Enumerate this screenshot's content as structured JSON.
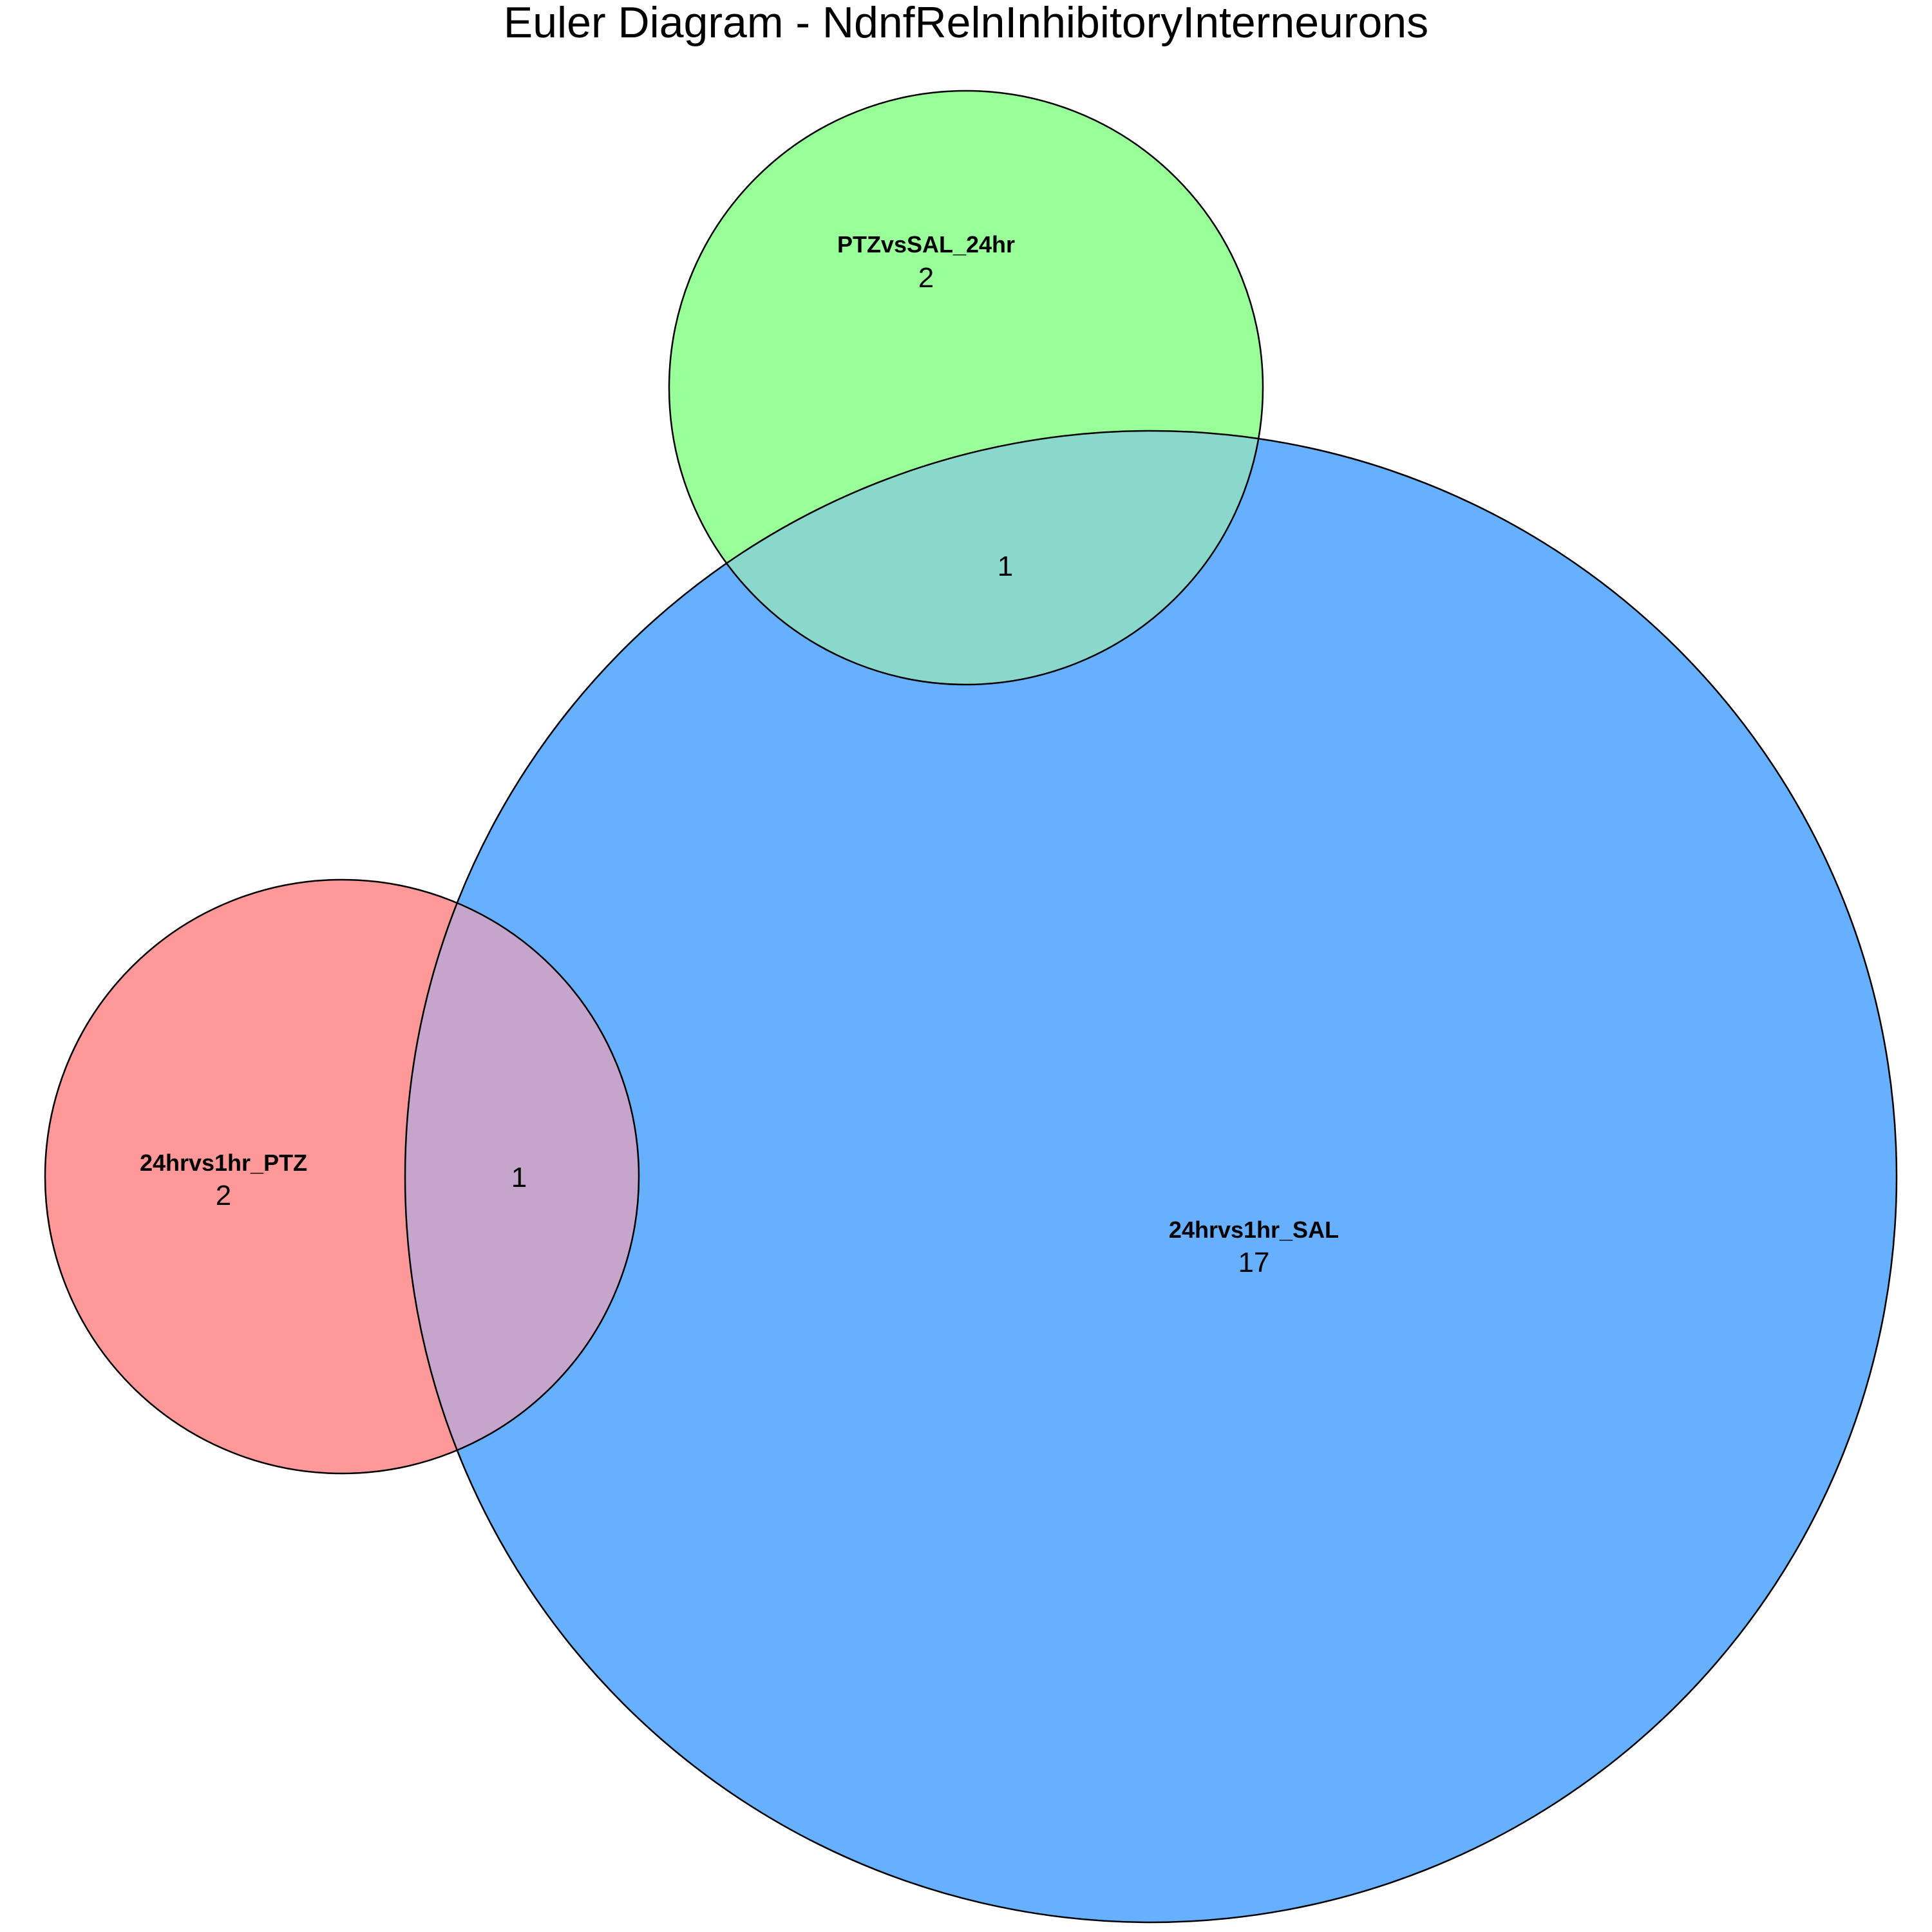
{
  "title": "Euler Diagram - NdnfRelnInhibitoryInterneurons",
  "sets": [
    {
      "id": "ptz24",
      "name": "24hrvs1hr_PTZ",
      "only_count": "2",
      "color": "#ff9999"
    },
    {
      "id": "ptzsal",
      "name": "PTZvsSAL_24hr",
      "only_count": "2",
      "color": "#99ff99"
    },
    {
      "id": "sal24",
      "name": "24hrvs1hr_SAL",
      "only_count": "17",
      "color": "#66b0ff"
    }
  ],
  "intersections": [
    {
      "sets": [
        "ptz24",
        "sal24"
      ],
      "count": "1",
      "color": "#c6a5cc"
    },
    {
      "sets": [
        "ptzsal",
        "sal24"
      ],
      "count": "1",
      "color": "#8ad7cc"
    }
  ]
}
